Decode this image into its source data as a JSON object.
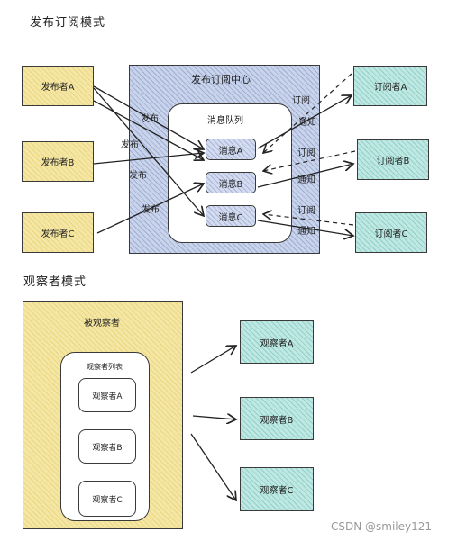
{
  "pubsub": {
    "title": "发布订阅模式",
    "center_label": "发布订阅中心",
    "queue_label": "消息队列",
    "publishers": [
      "发布者A",
      "发布者B",
      "发布者C"
    ],
    "messages": [
      "消息A",
      "消息B",
      "消息C"
    ],
    "subscribers": [
      "订阅者A",
      "订阅者B",
      "订阅者C"
    ],
    "publish_label": "发布",
    "subscribe_label": "订阅",
    "notify_label": "通知"
  },
  "observer": {
    "title": "观察者模式",
    "subject_label": "被观察者",
    "list_label": "观察者列表",
    "list_items": [
      "观察者A",
      "观察者B",
      "观察者C"
    ],
    "observers": [
      "观察者A",
      "观察者B",
      "观察者C"
    ]
  },
  "watermark": "CSDN @smiley121",
  "colors": {
    "publisher_fill": "#f4e7a6",
    "subscriber_fill": "#bfe8e3",
    "center_fill": "#c9d3ea",
    "observer_fill": "#bfe8e3",
    "subject_fill": "#f4e7a6"
  }
}
